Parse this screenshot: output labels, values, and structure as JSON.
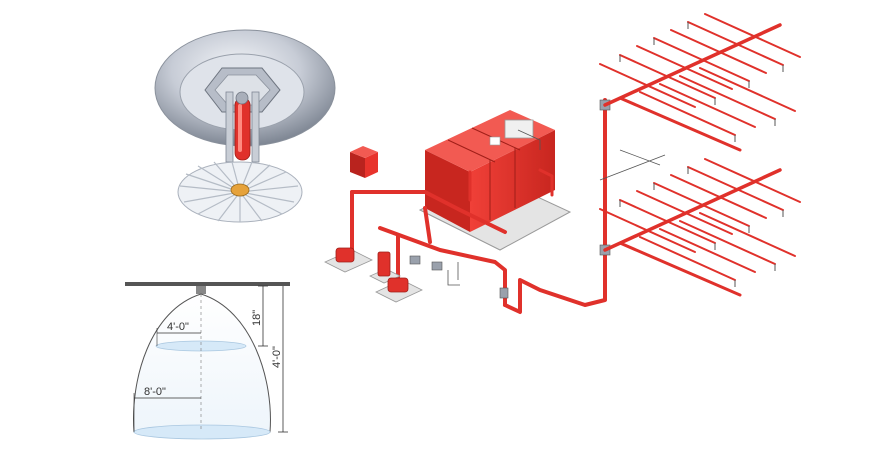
{
  "colors": {
    "pipe": "#e0312b",
    "tank": "#e8332c",
    "tank_dark": "#b9231e",
    "chrome": "#c7ccd6",
    "chrome_dark": "#7f8794",
    "spray": "#d6e9f8",
    "line": "#333333",
    "skid": "#e4e4e4"
  },
  "spray_diagram": {
    "label_top_width": "4'-0\"",
    "label_bottom_width": "8'-0\"",
    "label_deflector_drop": "18\"",
    "label_total_height": "4'-0\""
  }
}
